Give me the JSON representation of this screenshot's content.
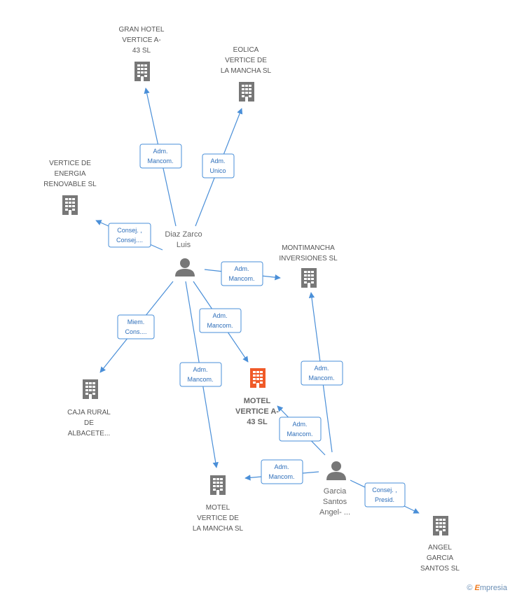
{
  "colors": {
    "building": "#777777",
    "focus_building": "#f05a28",
    "person": "#777777",
    "edge": "#4a8fd8",
    "edge_text": "#2f6fba"
  },
  "companies": {
    "gran_hotel": [
      "GRAN HOTEL",
      "VERTICE A-",
      "43 SL"
    ],
    "eolica": [
      "EOLICA",
      "VERTICE DE",
      "LA MANCHA SL"
    ],
    "vertice_energia": [
      "VERTICE DE",
      "ENERGIA",
      "RENOVABLE SL"
    ],
    "montimancha": [
      "MONTIMANCHA",
      "INVERSIONES SL"
    ],
    "motel_43": [
      "MOTEL",
      "VERTICE A-",
      "43 SL"
    ],
    "caja_rural": [
      "CAJA RURAL",
      "DE",
      "ALBACETE..."
    ],
    "motel_mancha": [
      "MOTEL",
      "VERTICE DE",
      "LA MANCHA SL"
    ],
    "angel_sl": [
      "ANGEL",
      "GARCIA",
      "SANTOS SL"
    ]
  },
  "persons": {
    "diaz": [
      "Diaz Zarco",
      "Luis"
    ],
    "garcia": [
      "Garcia",
      "Santos",
      "Angel- ..."
    ]
  },
  "edges": {
    "diaz_gran": [
      "Adm.",
      "Mancom."
    ],
    "diaz_eolica": [
      "Adm.",
      "Unico"
    ],
    "diaz_energia": [
      "Consej. ,",
      "Consej...."
    ],
    "diaz_monti": [
      "Adm.",
      "Mancom."
    ],
    "diaz_motel43": [
      "Adm.",
      "Mancom."
    ],
    "diaz_caja": [
      "Miem.",
      "Cons...."
    ],
    "diaz_motelmancha": [
      "Adm.",
      "Mancom."
    ],
    "garcia_monti": [
      "Adm.",
      "Mancom."
    ],
    "garcia_motel43": [
      "Adm.",
      "Mancom."
    ],
    "garcia_motelmancha": [
      "Adm.",
      "Mancom."
    ],
    "garcia_angel": [
      "Consej. ,",
      "Presid."
    ]
  },
  "footer": {
    "copyright": "©",
    "brand_initial": "E",
    "brand_rest": "mpresia"
  }
}
